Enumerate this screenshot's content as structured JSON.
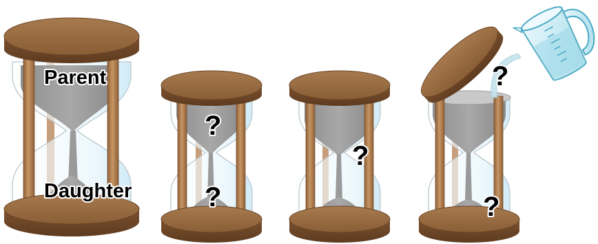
{
  "figure": {
    "hourglasses": [
      {
        "id": "hourglass-1",
        "labels": {
          "top": "Parent",
          "bottom": "Daughter"
        }
      },
      {
        "id": "hourglass-2",
        "labels": {
          "top": "?",
          "bottom": "?"
        }
      },
      {
        "id": "hourglass-3",
        "labels": {
          "middle": "?"
        }
      },
      {
        "id": "hourglass-4",
        "labels": {
          "pour": "?",
          "bottom": "?"
        },
        "lid": "tilted-open",
        "pitcher": "measuring-cup-pouring-water"
      }
    ]
  },
  "colors": {
    "wood": "#a9794a",
    "wood_dark": "#6b4526",
    "sand": "#9c9c9c",
    "glass": "#e3f3fb",
    "water": "#bfe6f0"
  }
}
